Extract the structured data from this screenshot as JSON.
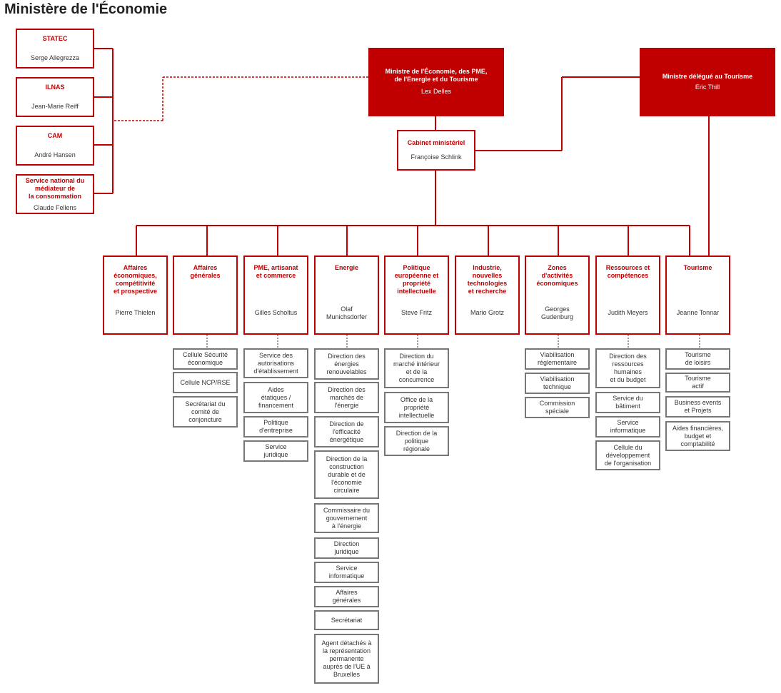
{
  "page_title": "Ministère de l'Économie",
  "colors": {
    "accent": "#c00000",
    "sub_border": "#777777",
    "text": "#333333"
  },
  "agencies": [
    {
      "title": "STATEC",
      "person": "Serge Allegrezza"
    },
    {
      "title": "ILNAS",
      "person": "Jean-Marie Reiff"
    },
    {
      "title": "CAM",
      "person": "André Hansen"
    },
    {
      "title": "Service national du\nmédiateur de\nla consommation",
      "person": "Claude Fellens"
    }
  ],
  "minister": {
    "title": "Ministre de l'Économie, des PME,\nde l'Energie et du Tourisme",
    "person": "Lex Delles"
  },
  "delegate": {
    "title": "Ministre délégué au Tourisme",
    "person": "Eric Thill"
  },
  "cabinet": {
    "title": "Cabinet ministériel",
    "person": "Françoise Schlink"
  },
  "directorates": [
    {
      "title": "Affaires\néconomiques,\ncompétitivité\net prospective",
      "person": "Pierre Thielen",
      "units": []
    },
    {
      "title": "Affaires\ngénérales",
      "person": "",
      "units": [
        "Cellule Sécurité\néconomique",
        "Cellule NCP/RSE",
        "Secrétariat du\ncomité de\nconjoncture"
      ]
    },
    {
      "title": "PME, artisanat\net commerce",
      "person": "Gilles Scholtus",
      "units": [
        "Service des\nautorisations\nd'établissement",
        "Aides\nétatiques /\nfinancement",
        "Politique\nd'entreprise",
        "Service\njuridique"
      ]
    },
    {
      "title": "Energie",
      "person": "Olaf\nMunichsdorfer",
      "units": [
        "Direction des\nénergies\nrenouvelables",
        "Direction des\nmarchés de\nl'énergie",
        "Direction de\nl'efficacité\nénergétique",
        "Direction de la\nconstruction\ndurable et de\nl'économie\ncirculaire",
        "Commissaire du\ngouvernement\nà l'énergie",
        "Direction\njuridique",
        "Service\ninformatique",
        "Affaires\ngénérales",
        "Secrétariat",
        "Agent détachés à\nla représentation\npermanente\nauprès de l'UE à\nBruxelles"
      ]
    },
    {
      "title": "Politique\neuropéenne et\npropriété\nintellectuelle",
      "person": "Steve Fritz",
      "units": [
        "Direction du\nmarché intérieur\net de la\nconcurrence",
        "Office de la\npropriété\nintellectuelle",
        "Direction de la\npolitique\nrégionale"
      ]
    },
    {
      "title": "Industrie,\nnouvelles\ntechnologies\net recherche",
      "person": "Mario Grotz",
      "units": []
    },
    {
      "title": "Zones\nd'activités\néconomiques",
      "person": "Georges\nGudenburg",
      "units": [
        "Viabilisation\nréglementaire",
        "Viabilisation\ntechnique",
        "Commission\nspéciale"
      ]
    },
    {
      "title": "Ressources et\ncompétences",
      "person": "Judith Meyers",
      "units": [
        "Direction des\nressources\nhumaines\net du budget",
        "Service du\nbâtiment",
        "Service\ninformatique",
        "Cellule du\ndéveloppement\nde l'organisation"
      ]
    },
    {
      "title": "Tourisme",
      "person": "Jeanne Tonnar",
      "units": [
        "Tourisme\nde loisirs",
        "Tourisme\nactif",
        "Business events\net Projets",
        "Aides financières,\nbudget et\ncomptabilité"
      ]
    }
  ]
}
